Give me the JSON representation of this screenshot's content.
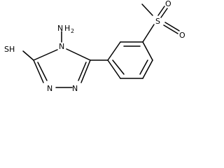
{
  "molecule": {
    "labels": {
      "thiol": "SH",
      "amino_N": "N",
      "amino_H": "H",
      "amino_H_count": "2",
      "ring_N4": "N",
      "ring_N1": "N",
      "ring_N2": "N",
      "sulfonyl_S": "S",
      "oxygen_1": "O",
      "oxygen_2": "O"
    }
  }
}
